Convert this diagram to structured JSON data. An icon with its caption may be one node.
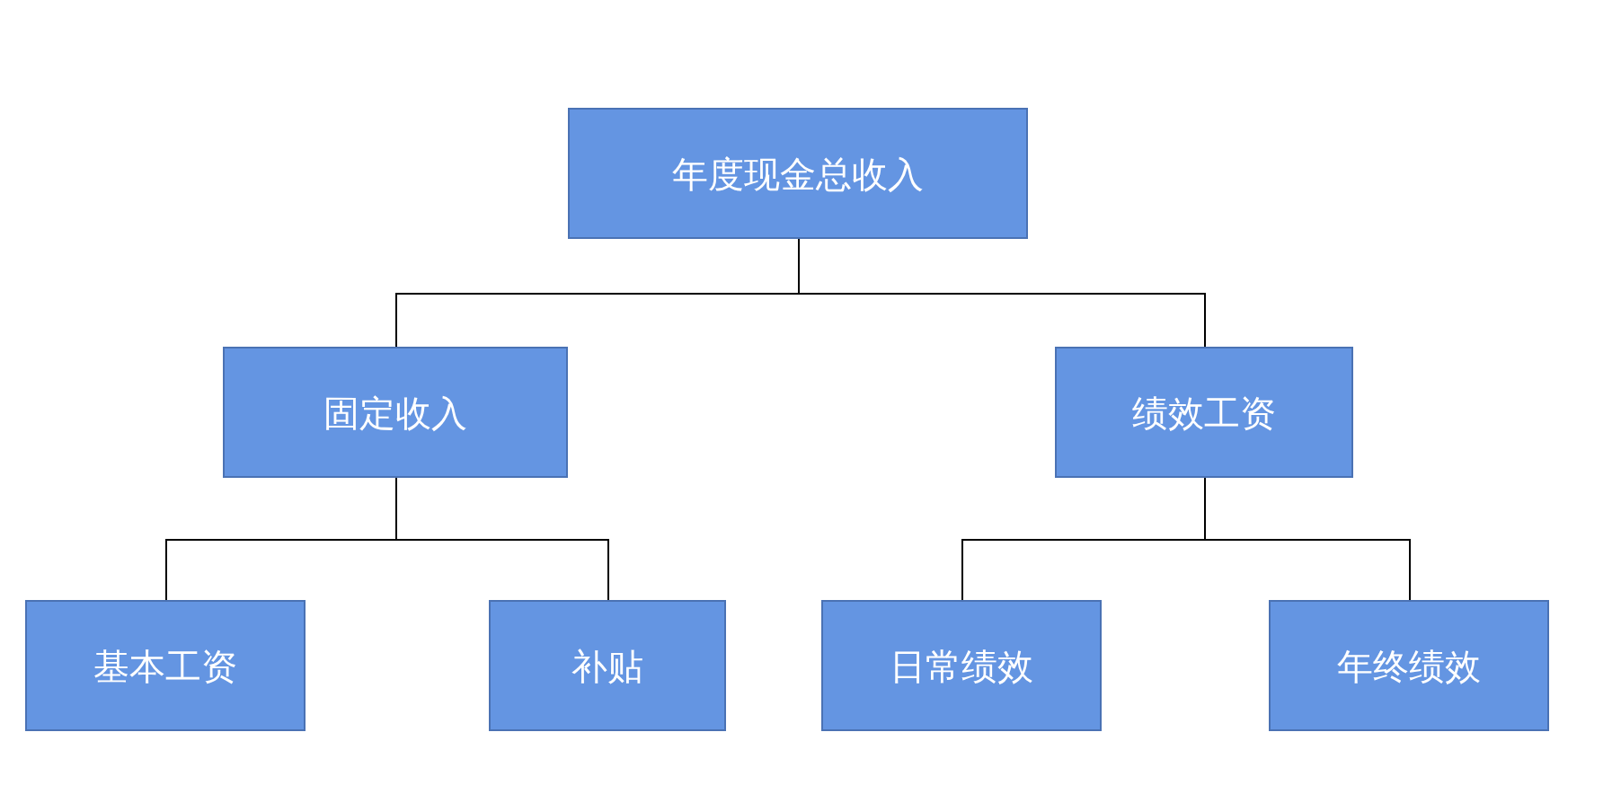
{
  "diagram": {
    "nodes": [
      {
        "text": [
          "年度现金总收入"
        ]
      },
      {
        "text": [
          "固定收入"
        ]
      },
      {
        "text": [
          "绩效工资"
        ]
      },
      {
        "text": [
          "基本工资"
        ]
      },
      {
        "text": [
          "补贴"
        ]
      },
      {
        "text": [
          "日常绩效"
        ]
      },
      {
        "text": [
          "年终绩效"
        ]
      }
    ],
    "edges": [
      {
        "from": 0,
        "to": 1,
        "arrow": "none"
      },
      {
        "from": 0,
        "to": 2,
        "arrow": "none"
      },
      {
        "from": 1,
        "to": 3,
        "arrow": "none"
      },
      {
        "from": 1,
        "to": 4,
        "arrow": "none"
      },
      {
        "from": 2,
        "to": 5,
        "arrow": "none"
      },
      {
        "from": 2,
        "to": 6,
        "arrow": "none"
      }
    ]
  }
}
